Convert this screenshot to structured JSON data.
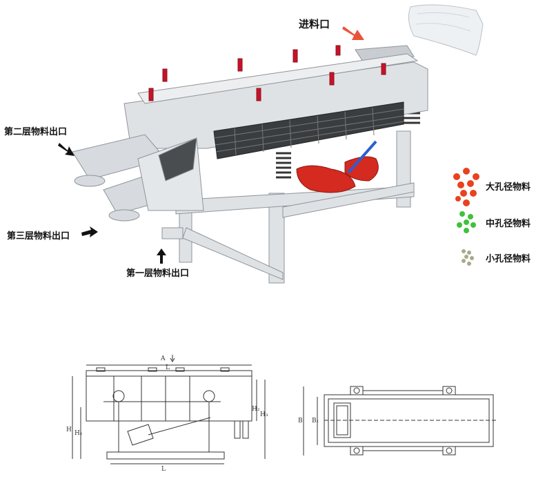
{
  "labels": {
    "feed_inlet": "进料口",
    "outlet_layer2": "第二层物料出口",
    "outlet_layer3": "第三层物料出口",
    "outlet_layer1": "第一层物料出口"
  },
  "legend": [
    {
      "label": "大孔径物料",
      "color": "#e8421f"
    },
    {
      "label": "中孔径物料",
      "color": "#3fc23a"
    },
    {
      "label": "小孔径物料",
      "color": "#a9a98a"
    }
  ],
  "drawing": {
    "side_labels": {
      "A": "A",
      "L_top": "L",
      "L_bottom": "L",
      "H": "H",
      "H1": "H₁",
      "H2": "H₂",
      "H3": "H₃"
    },
    "top_labels": {
      "B": "B",
      "B1": "B₁"
    }
  },
  "colors": {
    "frame": "#d7dade",
    "frame_dark": "#9aa1a8",
    "motor": "#d42a20",
    "clamp": "#c8102e",
    "arrow_feed": "#e8543a"
  }
}
